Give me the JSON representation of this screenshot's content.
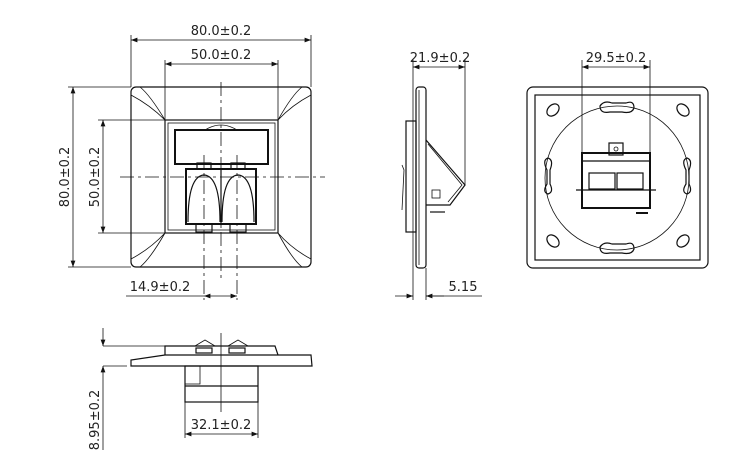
{
  "front_view": {
    "width_outer": "80.0±0.2",
    "width_inner": "50.0±0.2",
    "height_outer": "80.0±0.2",
    "height_inner": "50.0±0.2",
    "port_pitch": "14.9±0.2"
  },
  "side_view": {
    "depth": "21.9±0.2",
    "frame_thickness": "5.15"
  },
  "back_view": {
    "module_width": "29.5±0.2"
  },
  "bottom_view": {
    "height": "8.95±0.2",
    "module_width": "32.1±0.2"
  }
}
